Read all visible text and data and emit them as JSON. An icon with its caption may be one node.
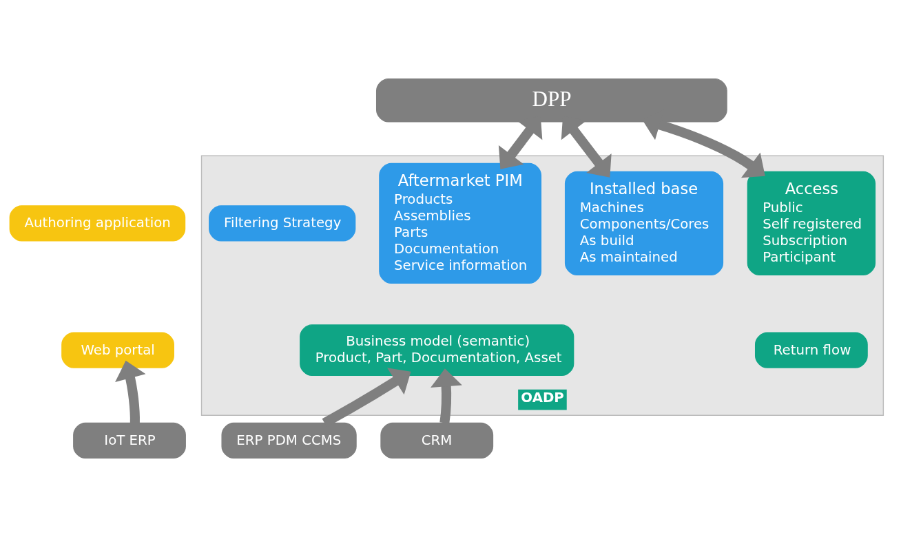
{
  "diagram": {
    "nodes": [
      {
        "text": [
          "DPP"
        ]
      },
      {
        "text": [
          "OADP"
        ]
      },
      {
        "text": [
          "Filtering Strategy"
        ],
        "in": 1
      },
      {
        "text": [
          "Aftermarket PIM",
          "Products",
          "Assemblies",
          "Parts",
          "Documentation",
          "Service information"
        ],
        "in": 1
      },
      {
        "text": [
          "Installed base",
          "Machines",
          "Components/Cores",
          "As build",
          "As maintained"
        ],
        "in": 1
      },
      {
        "text": [
          "Access",
          "Public",
          "Self registered",
          "Subscription",
          "Participant"
        ],
        "in": 1
      },
      {
        "text": [
          "Business model (semantic)",
          "Product, Part, Documentation, Asset"
        ],
        "in": 1
      },
      {
        "text": [
          "Return flow"
        ],
        "in": 1
      },
      {
        "text": [
          "Authoring application"
        ]
      },
      {
        "text": [
          "Web portal"
        ]
      },
      {
        "text": [
          "IoT ERP"
        ]
      },
      {
        "text": [
          "ERP PDM CCMS"
        ]
      },
      {
        "text": [
          "CRM"
        ]
      }
    ],
    "edges": [
      {
        "from": 0,
        "to": 3,
        "arrow": "both"
      },
      {
        "from": 0,
        "to": 4,
        "arrow": "both"
      },
      {
        "from": 0,
        "to": 5,
        "arrow": "both"
      },
      {
        "from": 10,
        "to": 9,
        "arrow": "to"
      },
      {
        "from": 11,
        "to": 6,
        "arrow": "to"
      },
      {
        "from": 12,
        "to": 6,
        "arrow": "to"
      }
    ]
  }
}
